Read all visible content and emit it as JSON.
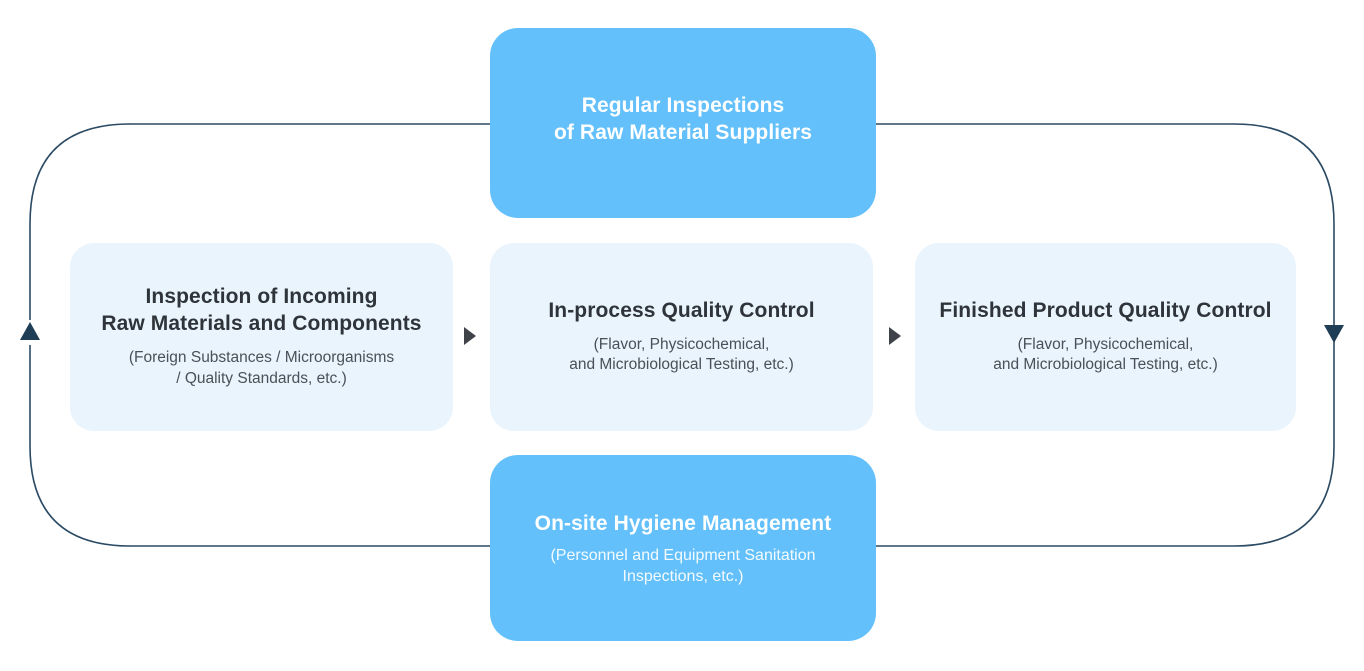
{
  "diagram": {
    "type": "cycle-flow",
    "title_visible": false,
    "colors": {
      "accent": "#63C0FB",
      "accent_text": "#FFFFFF",
      "soft_fill": "#EAF4FD",
      "soft_text": "#2F343A",
      "loop_stroke": "#2B4A63",
      "inline_arrow": "#3F4248",
      "background": "#FFFFFF"
    },
    "nodes": [
      {
        "id": "regular-inspections",
        "style": "accent",
        "title": "Regular Inspections\nof Raw Material Suppliers",
        "subtitle": ""
      },
      {
        "id": "incoming-inspection",
        "style": "soft",
        "title": "Inspection of Incoming\nRaw Materials and Components",
        "subtitle": "(Foreign Substances / Microorganisms\n/ Quality Standards, etc.)"
      },
      {
        "id": "in-process-qc",
        "style": "soft",
        "title": "In-process Quality Control",
        "subtitle": "(Flavor, Physicochemical,\nand Microbiological Testing, etc.)"
      },
      {
        "id": "finished-product-qc",
        "style": "soft",
        "title": "Finished Product Quality Control",
        "subtitle": "(Flavor, Physicochemical,\nand Microbiological Testing, etc.)"
      },
      {
        "id": "on-site-hygiene",
        "style": "accent",
        "title": "On-site Hygiene Management",
        "subtitle": "(Personnel and Equipment Sanitation\nInspections, etc.)"
      }
    ],
    "connectors": [
      {
        "id": "incoming-to-inprocess",
        "kind": "triangle",
        "direction": "right"
      },
      {
        "id": "inprocess-to-finished",
        "kind": "triangle",
        "direction": "right"
      },
      {
        "id": "loop-left-arrowhead",
        "kind": "arrowhead",
        "direction": "up"
      },
      {
        "id": "loop-right-arrowhead",
        "kind": "arrowhead",
        "direction": "down"
      }
    ]
  }
}
